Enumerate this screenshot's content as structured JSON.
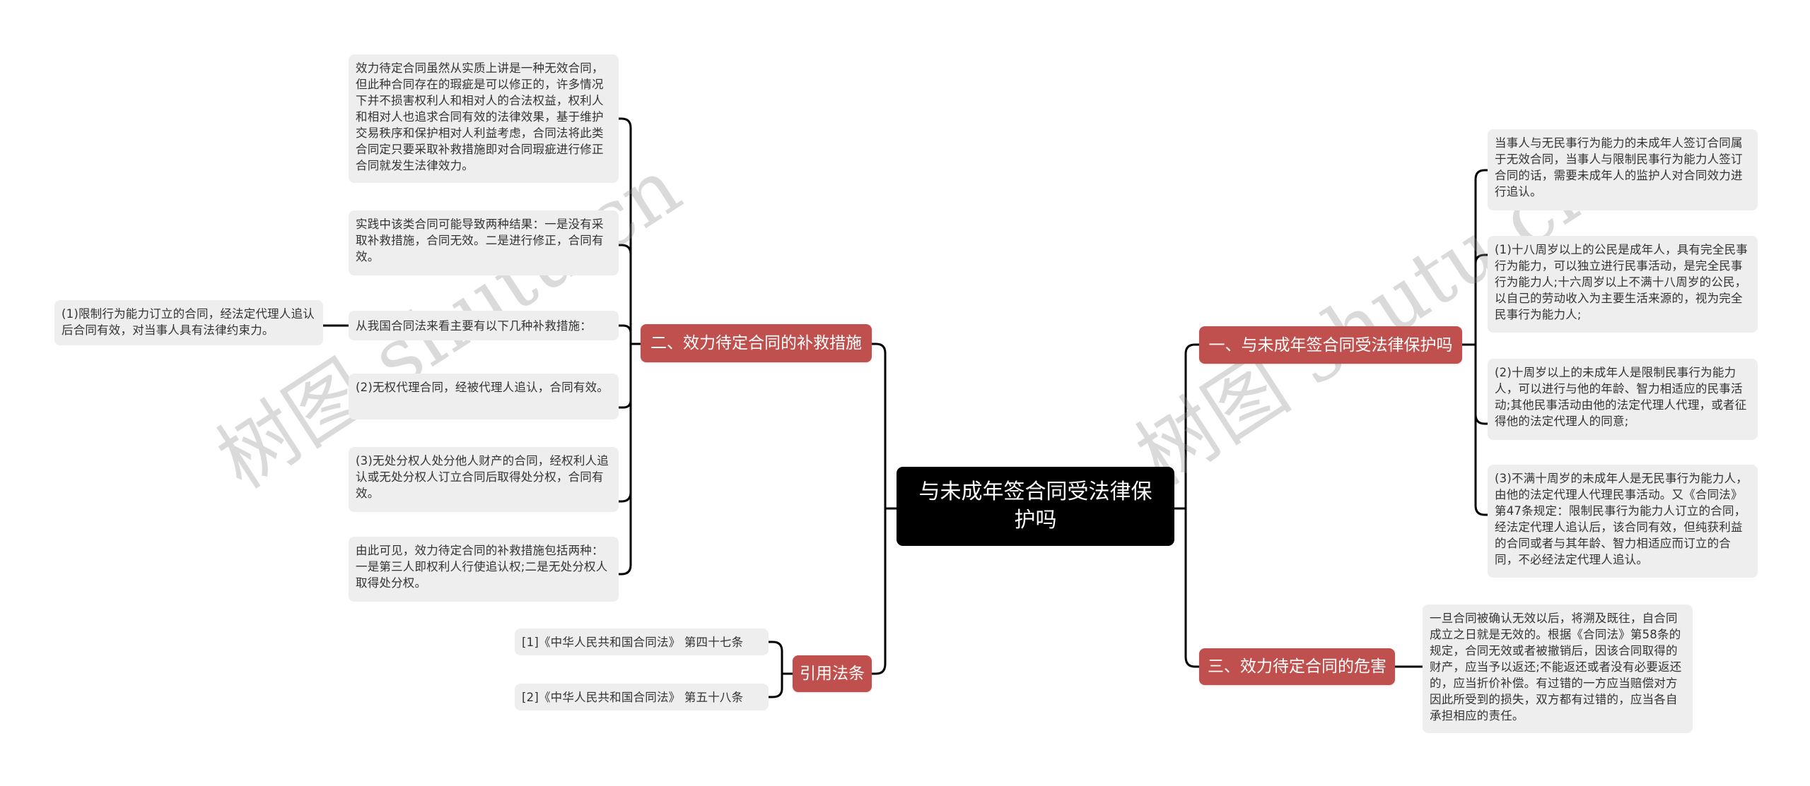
{
  "root": {
    "title": "与未成年签合同受法律保护吗"
  },
  "branches": {
    "left_remedy": {
      "label": "二、效力待定合同的补救措施",
      "children": [
        "效力待定合同虽然从实质上讲是一种无效合同，但此种合同存在的瑕疵是可以修正的，许多情况下并不损害权利人和相对人的合法权益，权利人和相对人也追求合同有效的法律效果，基于维护交易秩序和保护相对人利益考虑，合同法将此类合同定只要采取补救措施即对合同瑕疵进行修正合同就发生法律效力。",
        "实践中该类合同可能导致两种结果：一是没有采取补救措施，合同无效。二是进行修正，合同有效。",
        "从我国合同法来看主要有以下几种补救措施：",
        "(2)无权代理合同，经被代理人追认，合同有效。",
        "(3)无处分权人处分他人财产的合同，经权利人追认或无处分权人订立合同后取得处分权，合同有效。",
        "由此可见，效力待定合同的补救措施包括两种：一是第三人即权利人行使追认权;二是无处分权人取得处分权。"
      ],
      "grandchild": "(1)限制行为能力订立的合同，经法定代理人追认后合同有效，对当事人具有法律约束力。"
    },
    "left_citations": {
      "label": "引用法条",
      "children": [
        "[1]《中华人民共和国合同法》 第四十七条",
        "[2]《中华人民共和国合同法》 第五十八条"
      ]
    },
    "right_protection": {
      "label": "一、与未成年签合同受法律保护吗",
      "children": [
        "当事人与无民事行为能力的未成年人签订合同属于无效合同，当事人与限制民事行为能力人签订合同的话，需要未成年人的监护人对合同效力进行追认。",
        "(1)十八周岁以上的公民是成年人，具有完全民事行为能力，可以独立进行民事活动，是完全民事行为能力人;十六周岁以上不满十八周岁的公民，以自己的劳动收入为主要生活来源的，视为完全民事行为能力人;",
        "(2)十周岁以上的未成年人是限制民事行为能力人，可以进行与他的年龄、智力相适应的民事活动;其他民事活动由他的法定代理人代理，或者征得他的法定代理人的同意;",
        "(3)不满十周岁的未成年人是无民事行为能力人，由他的法定代理人代理民事活动。又《合同法》第47条规定：限制民事行为能力人订立的合同，经法定代理人追认后，该合同有效，但纯获利益的合同或者与其年龄、智力相适应而订立的合同，不必经法定代理人追认。"
      ]
    },
    "right_harm": {
      "label": "三、效力待定合同的危害",
      "children": [
        "一旦合同被确认无效以后，将溯及既往，自合同成立之日就是无效的。根据《合同法》第58条的规定，合同无效或者被撤销后，因该合同取得的财产，应当予以返还;不能返还或者没有必要返还的，应当折价补偿。有过错的一方应当赔偿对方因此所受到的损失，双方都有过错的，应当各自承担相应的责任。"
      ]
    }
  },
  "watermark": {
    "text": "树图 shutu.cn"
  },
  "colors": {
    "root_bg": "#000000",
    "branch_bg": "#c0504d",
    "leaf_bg": "#eeeeee",
    "line": "#000000"
  }
}
